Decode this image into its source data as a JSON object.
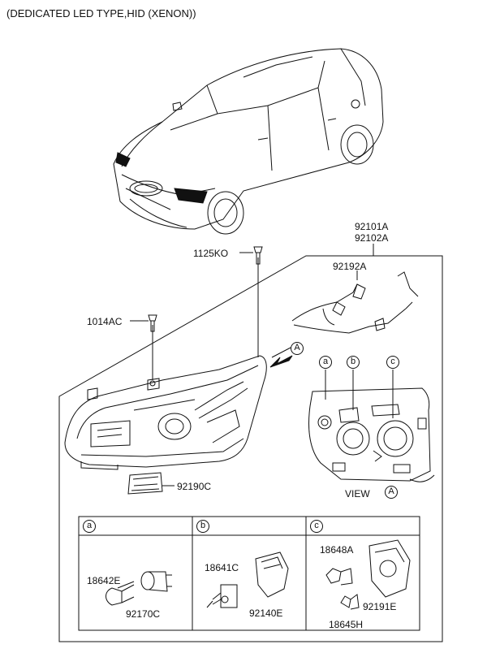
{
  "title": "(DEDICATED LED TYPE,HID (XENON))",
  "parts": {
    "p92101A": "92101A",
    "p92102A": "92102A",
    "p92192A": "92192A",
    "p1125KO": "1125KO",
    "p1014AC": "1014AC",
    "p92190C": "92190C",
    "p18642E": "18642E",
    "p92170C": "92170C",
    "p18641C": "18641C",
    "p92140E": "92140E",
    "p18648A": "18648A",
    "p92191E": "92191E",
    "p18645H": "18645H"
  },
  "view": {
    "label": "VIEW",
    "ref": "A"
  },
  "arrow_ref": "A",
  "callouts": {
    "a": "a",
    "b": "b",
    "c": "c"
  },
  "table_headers": [
    "a",
    "b",
    "c"
  ]
}
